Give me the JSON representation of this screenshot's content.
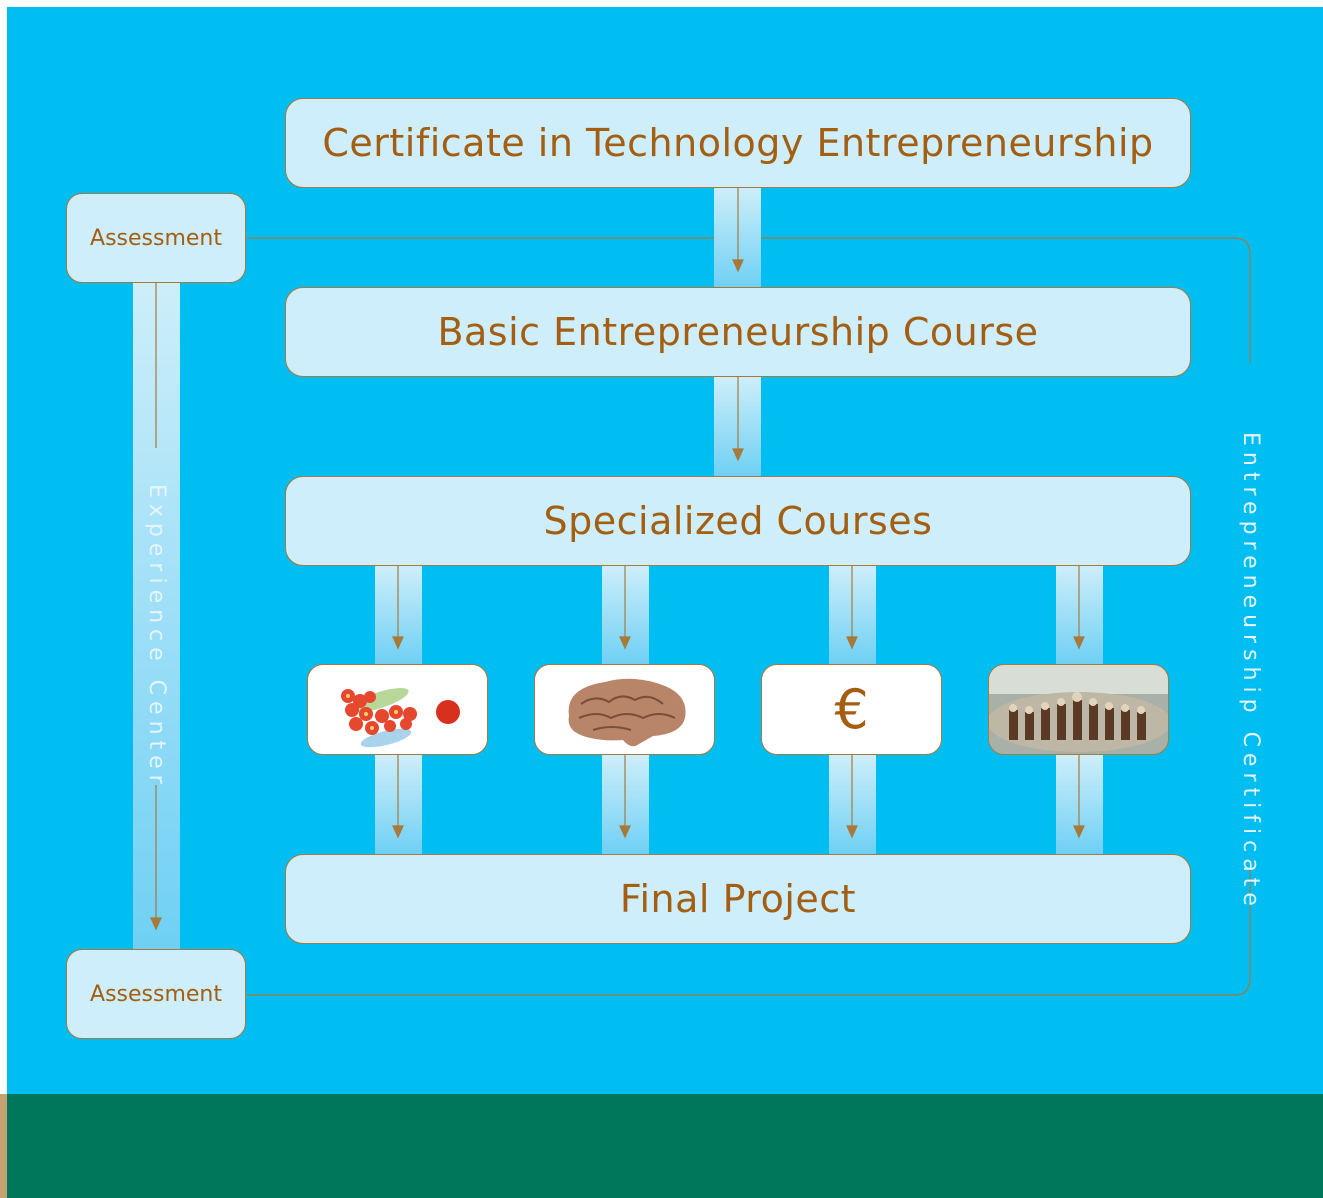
{
  "top_title": "Certificate in Technology Entrepreneurship",
  "basic_course": "Basic Entrepreneurship Course",
  "specialized_courses": "Specialized Courses",
  "final_project": "Final Project",
  "assessment_top": "Assessment",
  "assessment_bottom": "Assessment",
  "experience_center": "Experience Center",
  "entrepreneurship_certificate": "Entrepreneurship Certificate",
  "course_tiles": [
    {
      "icon": "network-bubbles-icon"
    },
    {
      "icon": "brain-icon"
    },
    {
      "icon": "euro-icon",
      "symbol": "€"
    },
    {
      "icon": "chess-boardroom-icon"
    }
  ],
  "colors": {
    "background": "#00bdf2",
    "footer": "#00765a",
    "box_fill": "#cdeefa",
    "box_text": "#a45e12",
    "connector": "#a7793a",
    "vertical_text": "#e4f5ff"
  }
}
